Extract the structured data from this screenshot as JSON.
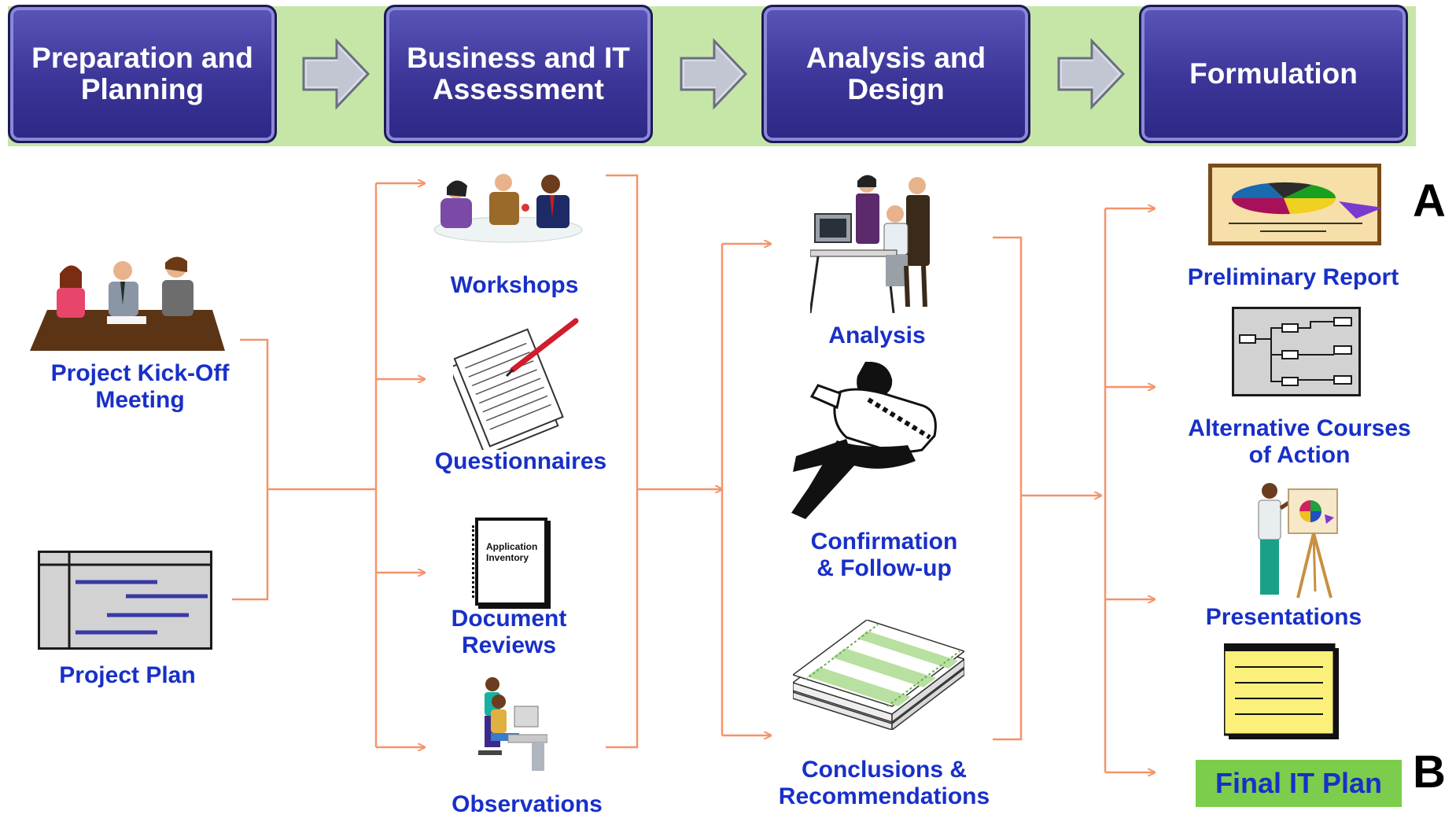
{
  "phases": [
    {
      "label": "Preparation and Planning"
    },
    {
      "label": "Business and IT Assessment"
    },
    {
      "label": "Analysis and Design"
    },
    {
      "label": "Formulation"
    }
  ],
  "inputs": {
    "kickoff": "Project Kick-Off Meeting",
    "plan": "Project Plan"
  },
  "assessment": {
    "workshops": "Workshops",
    "questionnaires": "Questionnaires",
    "document_reviews": "Document Reviews",
    "observations": "Observations",
    "binder_text": "Application Inventory"
  },
  "analysis": {
    "analysis": "Analysis",
    "confirmation": "Confirmation & Follow-up",
    "conclusions": "Conclusions & Recommendations"
  },
  "formulation": {
    "preliminary": "Preliminary Report",
    "alternatives": "Alternative Courses of Action",
    "presentations": "Presentations",
    "final_plan": "Final IT Plan"
  },
  "markers": {
    "a": "A",
    "b": "B"
  },
  "colors": {
    "band": "#c6e6a8",
    "phase_fill": "#3b3598",
    "label_text": "#1830c8",
    "connector": "#f5936a",
    "final_box": "#7ccd4c"
  }
}
